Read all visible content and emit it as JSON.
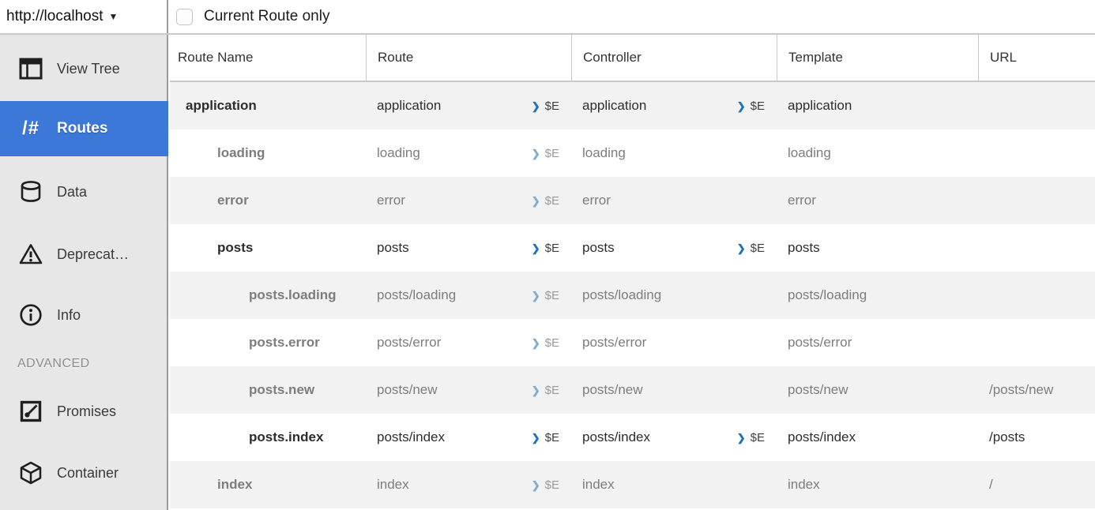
{
  "top_bar": {
    "host_label": "http://localhost",
    "dropdown_caret": "▼",
    "checkbox_label": "Current Route only",
    "checkbox_checked": false
  },
  "sidebar": {
    "items": [
      {
        "id": "view-tree",
        "label": "View Tree",
        "icon": "window-panes-icon",
        "selected": false
      },
      {
        "id": "routes",
        "label": "Routes",
        "icon": "slash-hash-icon",
        "selected": true,
        "icon_glyph": "/#"
      },
      {
        "id": "data",
        "label": "Data",
        "icon": "database-icon",
        "selected": false
      },
      {
        "id": "deprecations",
        "label": "Deprecat…",
        "icon": "warning-triangle-icon",
        "selected": false
      },
      {
        "id": "info",
        "label": "Info",
        "icon": "info-circle-icon",
        "selected": false
      }
    ],
    "section_label": "ADVANCED",
    "advanced_items": [
      {
        "id": "promises",
        "label": "Promises",
        "icon": "stopwatch-square-icon"
      },
      {
        "id": "container",
        "label": "Container",
        "icon": "cube-icon"
      }
    ]
  },
  "table": {
    "columns": [
      "Route Name",
      "Route",
      "Controller",
      "Template",
      "URL"
    ],
    "inspect_chevron": "❯",
    "inspect_label": "$E",
    "rows": [
      {
        "name": "application",
        "indent": 0,
        "active": true,
        "route": "application",
        "route_inspect": true,
        "controller": "application",
        "controller_inspect": true,
        "template": "application",
        "url": ""
      },
      {
        "name": "loading",
        "indent": 1,
        "active": false,
        "route": "loading",
        "route_inspect": true,
        "controller": "loading",
        "controller_inspect": false,
        "template": "loading",
        "url": ""
      },
      {
        "name": "error",
        "indent": 1,
        "active": false,
        "route": "error",
        "route_inspect": true,
        "controller": "error",
        "controller_inspect": false,
        "template": "error",
        "url": ""
      },
      {
        "name": "posts",
        "indent": 1,
        "active": true,
        "route": "posts",
        "route_inspect": true,
        "controller": "posts",
        "controller_inspect": true,
        "template": "posts",
        "url": ""
      },
      {
        "name": "posts.loading",
        "indent": 2,
        "active": false,
        "route": "posts/loading",
        "route_inspect": true,
        "controller": "posts/loading",
        "controller_inspect": false,
        "template": "posts/loading",
        "url": ""
      },
      {
        "name": "posts.error",
        "indent": 2,
        "active": false,
        "route": "posts/error",
        "route_inspect": true,
        "controller": "posts/error",
        "controller_inspect": false,
        "template": "posts/error",
        "url": ""
      },
      {
        "name": "posts.new",
        "indent": 2,
        "active": false,
        "route": "posts/new",
        "route_inspect": true,
        "controller": "posts/new",
        "controller_inspect": false,
        "template": "posts/new",
        "url": "/posts/new"
      },
      {
        "name": "posts.index",
        "indent": 2,
        "active": true,
        "route": "posts/index",
        "route_inspect": true,
        "controller": "posts/index",
        "controller_inspect": true,
        "template": "posts/index",
        "url": "/posts"
      },
      {
        "name": "index",
        "indent": 1,
        "active": false,
        "route": "index",
        "route_inspect": true,
        "controller": "index",
        "controller_inspect": false,
        "template": "index",
        "url": "/"
      }
    ]
  },
  "colors": {
    "accent-blue": "#3b78d8",
    "stripe": "#f2f2f2",
    "chev-active": "#1d73b8",
    "chev-inactive": "#7fadd2",
    "se-active": "#3f3f3f",
    "se-inactive": "#9b9b9b",
    "sidebar-bg": "#e7e7e7",
    "text-dark": "#2d2d2d",
    "text-gray": "#7d7d7d"
  }
}
